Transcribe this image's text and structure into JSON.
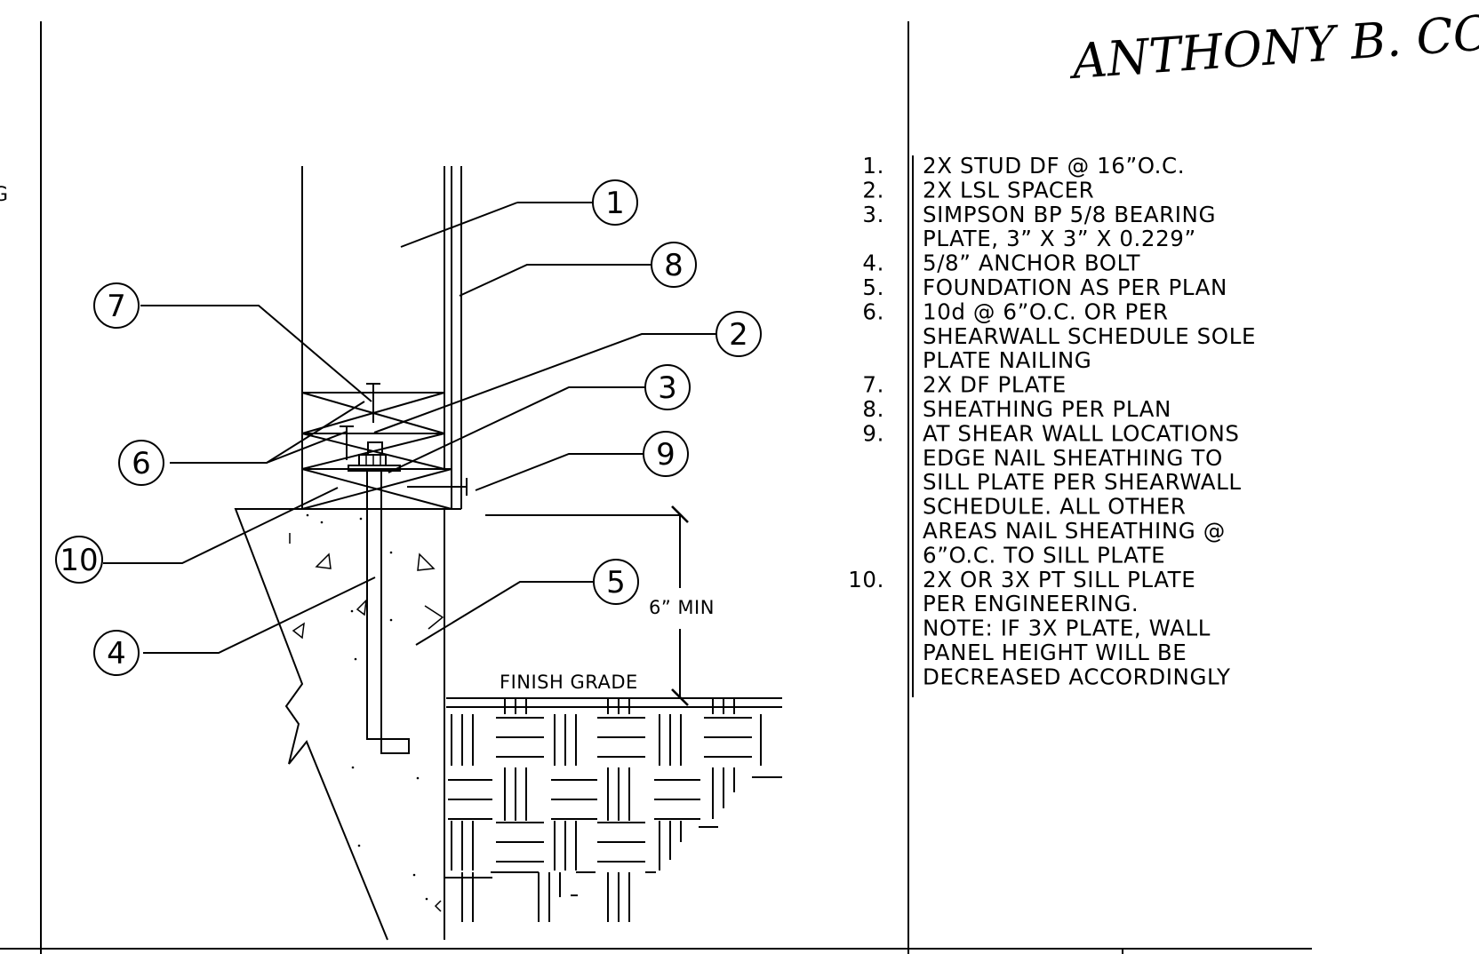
{
  "signature": {
    "text": "ANTHONY B. COLB"
  },
  "edge_fragment": {
    "text": "G"
  },
  "callouts": [
    {
      "number": "1"
    },
    {
      "number": "2"
    },
    {
      "number": "3"
    },
    {
      "number": "4"
    },
    {
      "number": "5"
    },
    {
      "number": "6"
    },
    {
      "number": "7"
    },
    {
      "number": "8"
    },
    {
      "number": "9"
    },
    {
      "number": "10"
    }
  ],
  "labels": {
    "finish_grade": "FINISH GRADE",
    "min_dimension": "6” MIN"
  },
  "notes": [
    {
      "number": "1.",
      "lines": [
        "2X STUD DF @ 16”O.C."
      ]
    },
    {
      "number": "2.",
      "lines": [
        "2X LSL SPACER"
      ]
    },
    {
      "number": "3.",
      "lines": [
        "SIMPSON BP 5/8 BEARING",
        "PLATE, 3” X 3” X 0.229”"
      ]
    },
    {
      "number": "4.",
      "lines": [
        "5/8” ANCHOR BOLT"
      ]
    },
    {
      "number": "5.",
      "lines": [
        "FOUNDATION AS PER PLAN"
      ]
    },
    {
      "number": "6.",
      "lines": [
        "10d @ 6”O.C. OR PER",
        "SHEARWALL SCHEDULE SOLE",
        "PLATE NAILING"
      ]
    },
    {
      "number": "7.",
      "lines": [
        "2X DF PLATE"
      ]
    },
    {
      "number": "8.",
      "lines": [
        "SHEATHING PER PLAN"
      ]
    },
    {
      "number": "9.",
      "lines": [
        "AT SHEAR WALL LOCATIONS",
        "EDGE NAIL SHEATHING TO",
        "SILL PLATE PER SHEARWALL",
        "SCHEDULE. ALL OTHER",
        "AREAS NAIL SHEATHING @",
        "6”O.C. TO SILL PLATE"
      ]
    },
    {
      "number": "10.",
      "lines": [
        "2X OR 3X PT SILL PLATE",
        "PER ENGINEERING.",
        "NOTE: IF 3X PLATE, WALL",
        "PANEL HEIGHT WILL BE",
        "DECREASED ACCORDINGLY"
      ]
    }
  ]
}
